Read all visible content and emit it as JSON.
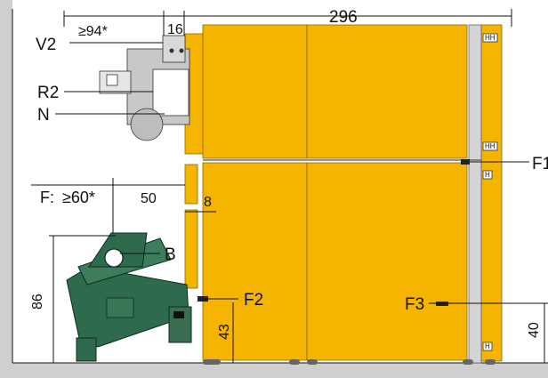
{
  "labels": {
    "v2": "V2",
    "r2": "R2",
    "n": "N",
    "b": "B",
    "f1": "F1",
    "f2": "F2",
    "f3": "F3",
    "f_prefix": "F:"
  },
  "dimensions": {
    "top_left_gap": "≥94*",
    "top_small": "16",
    "top_total": "296",
    "mid_left_gap": "≥60*",
    "mid_width": "50",
    "mid_small": "8",
    "height_machine": "86",
    "height_low": "43",
    "height_right": "40"
  },
  "marks": {
    "hinge": "HH",
    "hinge_single": "H"
  },
  "colors": {
    "panel": "#f4b400",
    "floor": "#cfcfcf",
    "machine": "#2e6b4d",
    "device": "#c8c8c8"
  }
}
